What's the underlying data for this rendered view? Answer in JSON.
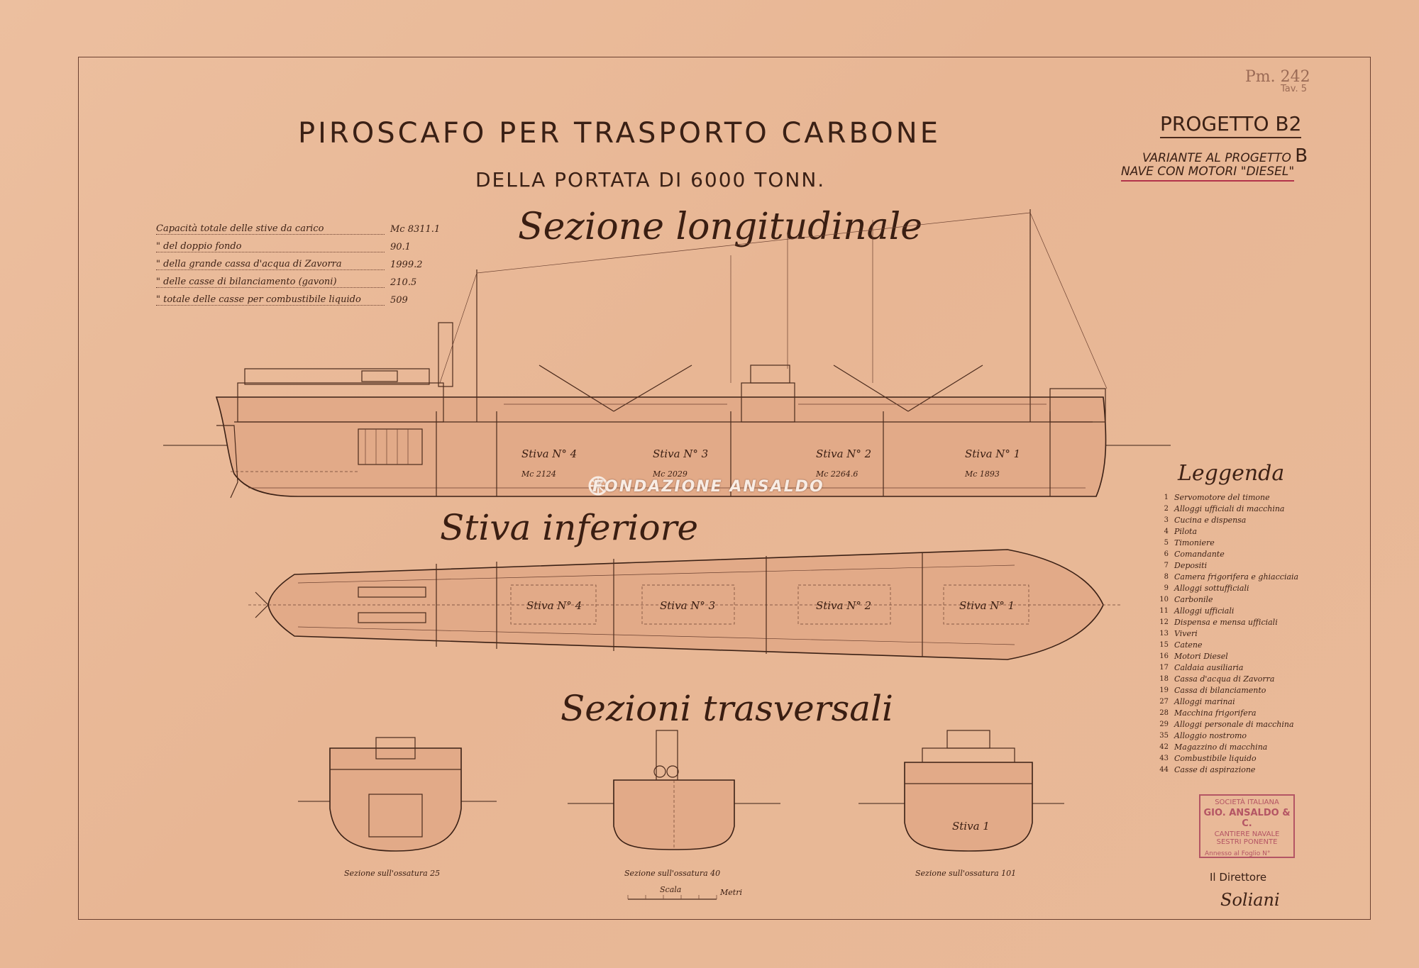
{
  "header": {
    "ref_number": "Pm. 242",
    "ref_tav": "Tav. 5",
    "title": "PIROSCAFO PER TRASPORTO CARBONE",
    "subtitle": "DELLA PORTATA DI 6000 TONN.",
    "progetto": "PROGETTO B2",
    "variante_text": "VARIANTE AL PROGETTO",
    "variante_letter": "B",
    "nave": "NAVE CON MOTORI \"DIESEL\""
  },
  "sections": {
    "longitudinal": "Sezione longitudinale",
    "lower_hold": "Stiva inferiore",
    "transverse": "Sezioni trasversali"
  },
  "capacity": [
    {
      "label": "Capacità totale delle stive da carico",
      "value": "Mc 8311.1"
    },
    {
      "label": "\" del doppio fondo",
      "value": "90.1"
    },
    {
      "label": "\" della grande cassa d'acqua di Zavorra",
      "value": "1999.2"
    },
    {
      "label": "\" delle casse di bilanciamento (gavoni)",
      "value": "210.5"
    },
    {
      "label": "\" totale delle casse per combustibile liquido",
      "value": "509"
    }
  ],
  "holds_longitudinal": [
    {
      "name": "Stiva N° 4",
      "volume": "Mc 2124"
    },
    {
      "name": "Stiva N° 3",
      "volume": "Mc 2029"
    },
    {
      "name": "Stiva N° 2",
      "volume": "Mc 2264.6"
    },
    {
      "name": "Stiva N° 1",
      "volume": "Mc 1893"
    }
  ],
  "holds_plan": [
    "Stiva N° 4",
    "Stiva N° 3",
    "Stiva N° 2",
    "Stiva N° 1"
  ],
  "transverse_captions": [
    "Sezione sull'ossatura 25",
    "Sezione sull'ossatura 40",
    "Sezione sull'ossatura 101"
  ],
  "transverse_hold_label": "Stiva 1",
  "scale_label": "Scala",
  "scale_unit": "Metri",
  "legend": {
    "title": "Leggenda",
    "items": [
      {
        "n": "1",
        "t": "Servomotore del timone"
      },
      {
        "n": "2",
        "t": "Alloggi ufficiali di macchina"
      },
      {
        "n": "3",
        "t": "Cucina e dispensa"
      },
      {
        "n": "4",
        "t": "Pilota"
      },
      {
        "n": "5",
        "t": "Timoniere"
      },
      {
        "n": "6",
        "t": "Comandante"
      },
      {
        "n": "7",
        "t": "Depositi"
      },
      {
        "n": "8",
        "t": "Camera frigorifera e ghiacciaia"
      },
      {
        "n": "9",
        "t": "Alloggi sottufficiali"
      },
      {
        "n": "10",
        "t": "Carbonile"
      },
      {
        "n": "11",
        "t": "Alloggi ufficiali"
      },
      {
        "n": "12",
        "t": "Dispensa e mensa ufficiali"
      },
      {
        "n": "13",
        "t": "Viveri"
      },
      {
        "n": "15",
        "t": "Catene"
      },
      {
        "n": "16",
        "t": "Motori Diesel"
      },
      {
        "n": "17",
        "t": "Caldaia ausiliaria"
      },
      {
        "n": "18",
        "t": "Cassa d'acqua di Zavorra"
      },
      {
        "n": "19",
        "t": "Cassa di bilanciamento"
      },
      {
        "n": "27",
        "t": "Alloggi marinai"
      },
      {
        "n": "28",
        "t": "Macchina frigorifera"
      },
      {
        "n": "29",
        "t": "Alloggi personale di macchina"
      },
      {
        "n": "35",
        "t": "Alloggio nostromo"
      },
      {
        "n": "42",
        "t": "Magazzino di macchina"
      },
      {
        "n": "43",
        "t": "Combustibile liquido"
      },
      {
        "n": "44",
        "t": "Casse di aspirazione"
      }
    ]
  },
  "watermark": "FONDAZIONE ANSALDO",
  "stamp": {
    "line1": "SOCIETÀ ITALIANA",
    "line2": "GIO. ANSALDO & C.",
    "line3": "CANTIERE NAVALE",
    "line4": "SESTRI PONENTE",
    "line5": "Annesso al Foglio N°"
  },
  "direttore": "Il Direttore",
  "signature": "Soliani",
  "colors": {
    "paper": "#e8b896",
    "ink": "#3a2015",
    "stamp": "#b45564",
    "underline": "#b2334a"
  }
}
